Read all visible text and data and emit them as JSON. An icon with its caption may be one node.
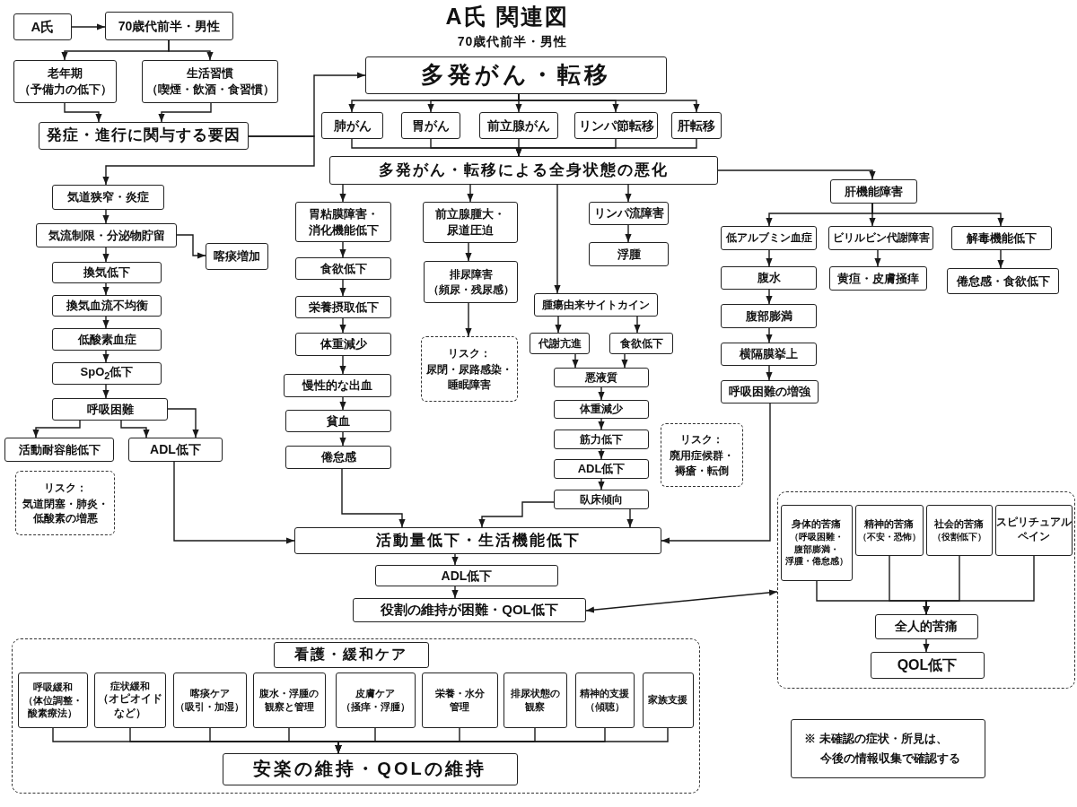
{
  "diagram": {
    "title": "A氏 関連図",
    "nodes": [
      {
        "text": [
          "A氏"
        ]
      },
      {
        "text": [
          "70歳代前半・男性"
        ]
      },
      {
        "text": [
          "老年期",
          "（予備力の低下）"
        ]
      },
      {
        "text": [
          "生活習慣",
          "（喫煙・飲酒・食習慣）"
        ]
      },
      {
        "text": [
          "発症・進行に関与する要因"
        ]
      },
      {
        "text": [
          "多発がん・転移"
        ]
      },
      {
        "text": [
          "肺がん"
        ]
      },
      {
        "text": [
          "胃がん"
        ]
      },
      {
        "text": [
          "前立腺がん"
        ]
      },
      {
        "text": [
          "リンパ節転移"
        ]
      },
      {
        "text": [
          "肝転移"
        ]
      },
      {
        "text": [
          "多発がん・転移による全身状態の悪化"
        ]
      },
      {
        "text": [
          "気道狭窄・炎症"
        ]
      },
      {
        "text": [
          "気流制限・分泌物貯留"
        ]
      },
      {
        "text": [
          "喀痰増加"
        ]
      },
      {
        "text": [
          "換気低下"
        ]
      },
      {
        "text": [
          "換気血流不均衡"
        ]
      },
      {
        "text": [
          "低酸素血症"
        ]
      },
      {
        "text": [
          "SpO$_{2}$低下"
        ]
      },
      {
        "text": [
          "呼吸困難"
        ]
      },
      {
        "text": [
          "活動耐容能低下"
        ]
      },
      {
        "text": [
          "ADL低下"
        ]
      },
      {
        "text": [
          "リスク：",
          "気道閉塞・肺炎・低酸素の増悪"
        ]
      },
      {
        "text": [
          "胃粘膜障害・消化機能低下"
        ]
      },
      {
        "text": [
          "食欲低下"
        ]
      },
      {
        "text": [
          "栄養摂取低下"
        ]
      },
      {
        "text": [
          "体重減少"
        ]
      },
      {
        "text": [
          "慢性的な出血"
        ]
      },
      {
        "text": [
          "貧血"
        ]
      },
      {
        "text": [
          "倦怠感"
        ]
      },
      {
        "text": [
          "前立腺腫大・尿道圧迫"
        ]
      },
      {
        "text": [
          "排尿障害",
          "（頻尿・残尿感）"
        ]
      },
      {
        "text": [
          "リスク：",
          "尿閉・尿路感染・睡眠障害"
        ]
      },
      {
        "text": [
          "リンパ流障害"
        ]
      },
      {
        "text": [
          "浮腫"
        ]
      },
      {
        "text": [
          "腫瘍由来サイトカイン"
        ]
      },
      {
        "text": [
          "代謝亢進"
        ]
      },
      {
        "text": [
          "食欲低下"
        ]
      },
      {
        "text": [
          "悪液質"
        ]
      },
      {
        "text": [
          "体重減少"
        ]
      },
      {
        "text": [
          "筋力低下"
        ]
      },
      {
        "text": [
          "ADL低下"
        ]
      },
      {
        "text": [
          "臥床傾向"
        ]
      },
      {
        "text": [
          "リスク：",
          "廃用症候群・褥瘡・転倒"
        ]
      },
      {
        "text": [
          "活動量低下・生活機能低下"
        ]
      },
      {
        "text": [
          "ADL低下"
        ]
      },
      {
        "text": [
          "役割の維持が困難・QOL低下"
        ]
      },
      {
        "text": [
          "肝機能障害"
        ]
      },
      {
        "text": [
          "低アルブミン血症"
        ]
      },
      {
        "text": [
          "ビリルビン代謝障害"
        ]
      },
      {
        "text": [
          "解毒機能低下"
        ]
      },
      {
        "text": [
          "黄疸・皮膚掻痒"
        ]
      },
      {
        "text": [
          "倦怠感・食欲低下"
        ]
      },
      {
        "text": [
          "腹水"
        ]
      },
      {
        "text": [
          "腹部膨満"
        ]
      },
      {
        "text": [
          "横隔膜挙上"
        ]
      },
      {
        "text": [
          "呼吸困難の増強"
        ]
      },
      {
        "text": [],
        "shape": "box"
      },
      {
        "text": [
          "身体的苦痛",
          "（呼吸困難・腹部膨満・浮腫・倦怠感）"
        ],
        "in": 57
      },
      {
        "text": [
          "精神的苦痛",
          "（不安・恐怖）"
        ],
        "in": 57
      },
      {
        "text": [
          "社会的苦痛",
          "（役割低下）"
        ],
        "in": 57
      },
      {
        "text": [
          "スピリチュアルペイン"
        ],
        "in": 57
      },
      {
        "text": [
          "全人的苦痛"
        ],
        "in": 57
      },
      {
        "text": [
          "QOL低下"
        ],
        "in": 57
      },
      {
        "text": [],
        "shape": "box"
      },
      {
        "text": [
          "看護・緩和ケア"
        ],
        "in": 64
      },
      {
        "text": [
          "呼吸緩和",
          "（体位調整・酸素療法）"
        ],
        "in": 64
      },
      {
        "text": [
          "症状緩和",
          "（オピオイドなど）"
        ],
        "in": 64
      },
      {
        "text": [
          "喀痰ケア",
          "（吸引・加湿）"
        ],
        "in": 64
      },
      {
        "text": [
          "腹水・浮腫の観察と管理"
        ],
        "in": 64
      },
      {
        "text": [
          "皮膚ケア",
          "（掻痒・浮腫）"
        ],
        "in": 64
      },
      {
        "text": [
          "栄養・水分管理"
        ],
        "in": 64
      },
      {
        "text": [
          "排尿状態の観察"
        ],
        "in": 64
      },
      {
        "text": [
          "精神的支援",
          "（傾聴）"
        ],
        "in": 64
      },
      {
        "text": [
          "家族支援"
        ],
        "in": 64
      },
      {
        "text": [
          "安楽の維持・QOLの維持"
        ],
        "in": 64
      },
      {
        "text": [
          "※ 未確認の症状・所見は、",
          "今後の情報収集で確認する"
        ]
      }
    ],
    "edges": [
      {
        "from": 0,
        "to": 1,
        "arrow": "to"
      },
      {
        "from": 1,
        "to": 2,
        "arrow": "to"
      },
      {
        "from": 1,
        "to": 3,
        "arrow": "to"
      },
      {
        "from": 2,
        "to": 4,
        "arrow": "to"
      },
      {
        "from": 3,
        "to": 4,
        "arrow": "to"
      },
      {
        "from": 4,
        "to": 5,
        "arrow": "to"
      },
      {
        "from": 4,
        "to": 12,
        "arrow": "to"
      },
      {
        "from": 5,
        "to": 6,
        "arrow": "to"
      },
      {
        "from": 5,
        "to": 7,
        "arrow": "to"
      },
      {
        "from": 5,
        "to": 8,
        "arrow": "to"
      },
      {
        "from": 5,
        "to": 9,
        "arrow": "to"
      },
      {
        "from": 5,
        "to": 10,
        "arrow": "to"
      },
      {
        "from": 6,
        "to": 11,
        "arrow": "to"
      },
      {
        "from": 7,
        "to": 11,
        "arrow": "to"
      },
      {
        "from": 8,
        "to": 11,
        "arrow": "to"
      },
      {
        "from": 9,
        "to": 11,
        "arrow": "to"
      },
      {
        "from": 10,
        "to": 11,
        "arrow": "to"
      },
      {
        "from": 11,
        "to": 23,
        "arrow": "to"
      },
      {
        "from": 11,
        "to": 30,
        "arrow": "to"
      },
      {
        "from": 11,
        "to": 33,
        "arrow": "to"
      },
      {
        "from": 11,
        "to": 35,
        "arrow": "to"
      },
      {
        "from": 11,
        "to": 47,
        "arrow": "to"
      },
      {
        "from": 12,
        "to": 13,
        "arrow": "to"
      },
      {
        "from": 13,
        "to": 14,
        "arrow": "to"
      },
      {
        "from": 13,
        "to": 15,
        "arrow": "to"
      },
      {
        "from": 15,
        "to": 16,
        "arrow": "to"
      },
      {
        "from": 16,
        "to": 17,
        "arrow": "to"
      },
      {
        "from": 17,
        "to": 18,
        "arrow": "to"
      },
      {
        "from": 18,
        "to": 19,
        "arrow": "to"
      },
      {
        "from": 19,
        "to": 20,
        "arrow": "to"
      },
      {
        "from": 19,
        "to": 21,
        "arrow": "to"
      },
      {
        "from": 19,
        "to": 21,
        "arrow": "to"
      },
      {
        "from": 21,
        "to": 44,
        "arrow": "to"
      },
      {
        "from": 23,
        "to": 24,
        "arrow": "to"
      },
      {
        "from": 24,
        "to": 25,
        "arrow": "to"
      },
      {
        "from": 25,
        "to": 26,
        "arrow": "to"
      },
      {
        "from": 26,
        "to": 27,
        "arrow": "to"
      },
      {
        "from": 27,
        "to": 28,
        "arrow": "to"
      },
      {
        "from": 28,
        "to": 29,
        "arrow": "to"
      },
      {
        "from": 29,
        "to": 44,
        "arrow": "to"
      },
      {
        "from": 30,
        "to": 31,
        "arrow": "to"
      },
      {
        "from": 31,
        "to": 32,
        "arrow": "to"
      },
      {
        "from": 33,
        "to": 34,
        "arrow": "to"
      },
      {
        "from": 35,
        "to": 36,
        "arrow": "to"
      },
      {
        "from": 35,
        "to": 37,
        "arrow": "to"
      },
      {
        "from": 36,
        "to": 38,
        "arrow": "to"
      },
      {
        "from": 37,
        "to": 38,
        "arrow": "to"
      },
      {
        "from": 38,
        "to": 39,
        "arrow": "to"
      },
      {
        "from": 39,
        "to": 40,
        "arrow": "to"
      },
      {
        "from": 40,
        "to": 41,
        "arrow": "to"
      },
      {
        "from": 41,
        "to": 42,
        "arrow": "to"
      },
      {
        "from": 42,
        "to": 44,
        "arrow": "to"
      },
      {
        "from": 42,
        "to": 44,
        "arrow": "to"
      },
      {
        "from": 44,
        "to": 45,
        "arrow": "to"
      },
      {
        "from": 45,
        "to": 46,
        "arrow": "to"
      },
      {
        "from": 46,
        "to": 57,
        "arrow": "both"
      },
      {
        "from": 47,
        "to": 48,
        "arrow": "to"
      },
      {
        "from": 47,
        "to": 49,
        "arrow": "to"
      },
      {
        "from": 47,
        "to": 50,
        "arrow": "to"
      },
      {
        "from": 48,
        "to": 53,
        "arrow": "to"
      },
      {
        "from": 53,
        "to": 54,
        "arrow": "to"
      },
      {
        "from": 54,
        "to": 55,
        "arrow": "to"
      },
      {
        "from": 55,
        "to": 56,
        "arrow": "to"
      },
      {
        "from": 49,
        "to": 51,
        "arrow": "to"
      },
      {
        "from": 50,
        "to": 52,
        "arrow": "to"
      },
      {
        "from": 56,
        "to": 44,
        "arrow": "to"
      },
      {
        "from": 58,
        "to": 62,
        "arrow": "to"
      },
      {
        "from": 59,
        "to": 62,
        "arrow": "to"
      },
      {
        "from": 60,
        "to": 62,
        "arrow": "to"
      },
      {
        "from": 61,
        "to": 62,
        "arrow": "to"
      },
      {
        "from": 62,
        "to": 63,
        "arrow": "to"
      },
      {
        "from": 66,
        "to": 75,
        "arrow": "to"
      },
      {
        "from": 67,
        "to": 75,
        "arrow": "to"
      },
      {
        "from": 68,
        "to": 75,
        "arrow": "to"
      },
      {
        "from": 69,
        "to": 75,
        "arrow": "to"
      },
      {
        "from": 70,
        "to": 75,
        "arrow": "to"
      },
      {
        "from": 71,
        "to": 75,
        "arrow": "to"
      },
      {
        "from": 72,
        "to": 75,
        "arrow": "to"
      },
      {
        "from": 73,
        "to": 75,
        "arrow": "to"
      },
      {
        "from": 74,
        "to": 75,
        "arrow": "to"
      }
    ],
    "labels": [
      "70歳代前半・男性"
    ]
  }
}
